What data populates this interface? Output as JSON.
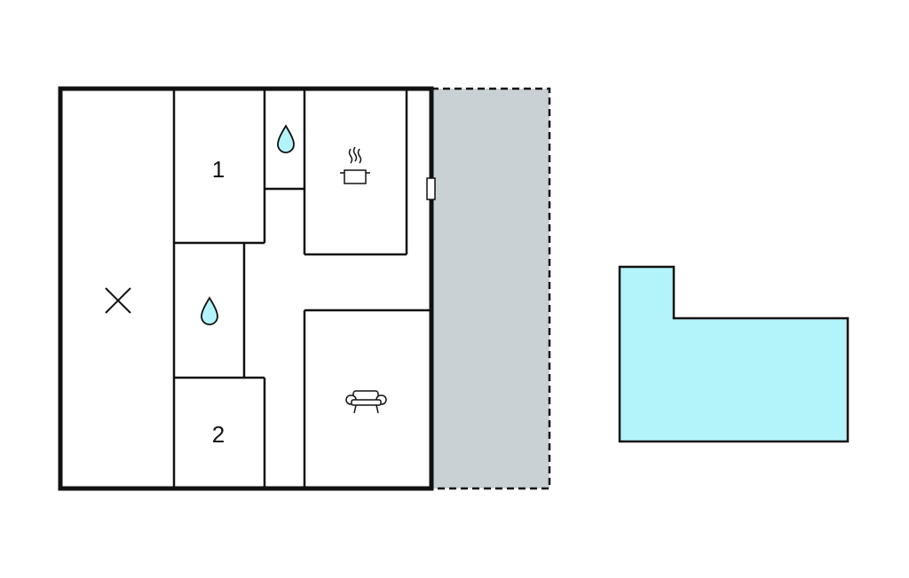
{
  "colors": {
    "wall": "#111111",
    "terrace": "#c9d1d4",
    "pool": "#b3f4fb",
    "water_drop": "#b3f4fb",
    "background": "#ffffff"
  },
  "rooms": {
    "bedroom_1": {
      "label": "1"
    },
    "bedroom_2": {
      "label": "2"
    },
    "bathroom_top": {
      "icon": "water-drop-icon"
    },
    "bathroom_middle": {
      "icon": "water-drop-icon"
    },
    "kitchen": {
      "icon": "cooking-pot-icon"
    },
    "living_room": {
      "icon": "sofa-icon"
    },
    "unused_room": {
      "icon": "cross-icon"
    }
  },
  "terrace": {
    "style": "dashed-outline"
  },
  "pool": {
    "shape": "L-shaped"
  }
}
